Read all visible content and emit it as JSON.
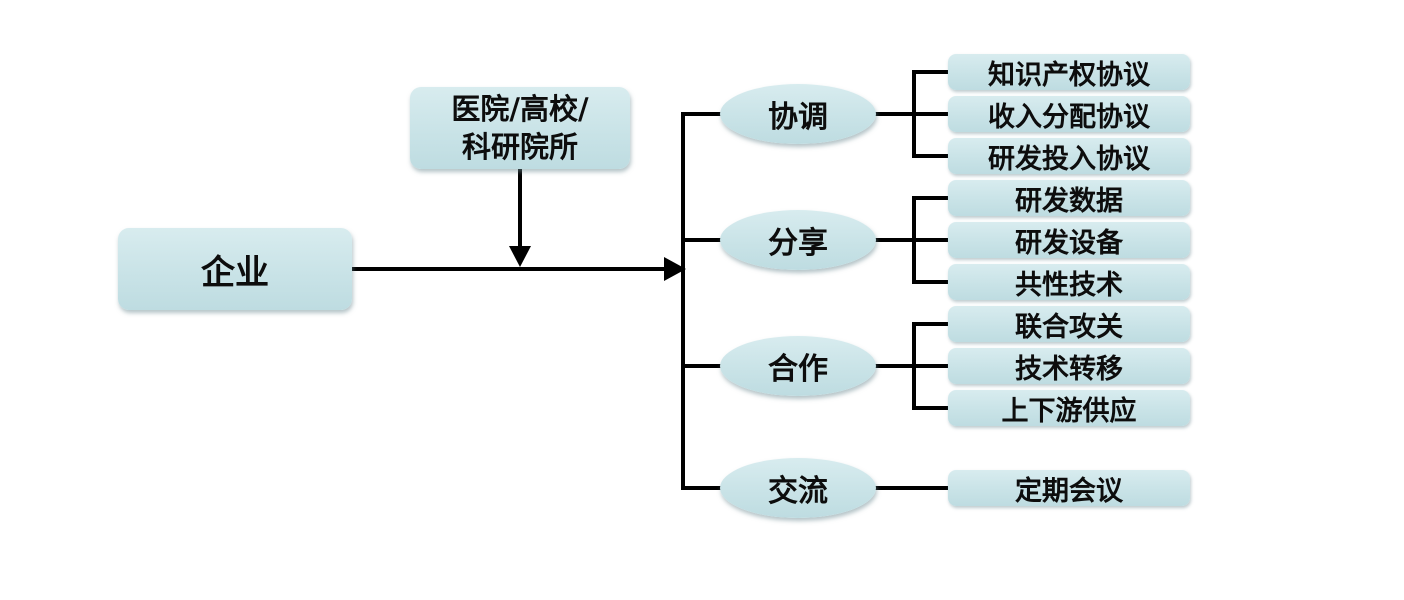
{
  "colors": {
    "node_fill": "#c9e3e7",
    "connector": "#000000",
    "text": "#0d0d0d",
    "background": "#ffffff"
  },
  "nodes": {
    "enterprise": "企业",
    "institutions_line1": "医院/高校/",
    "institutions_line2": "科研院所"
  },
  "groups": [
    {
      "branch": "协调",
      "items": [
        "知识产权协议",
        "收入分配协议",
        "研发投入协议"
      ]
    },
    {
      "branch": "分享",
      "items": [
        "研发数据",
        "研发设备",
        "共性技术"
      ]
    },
    {
      "branch": "合作",
      "items": [
        "联合攻关",
        "技术转移",
        "上下游供应"
      ]
    },
    {
      "branch": "交流",
      "items": [
        "定期会议"
      ]
    }
  ]
}
